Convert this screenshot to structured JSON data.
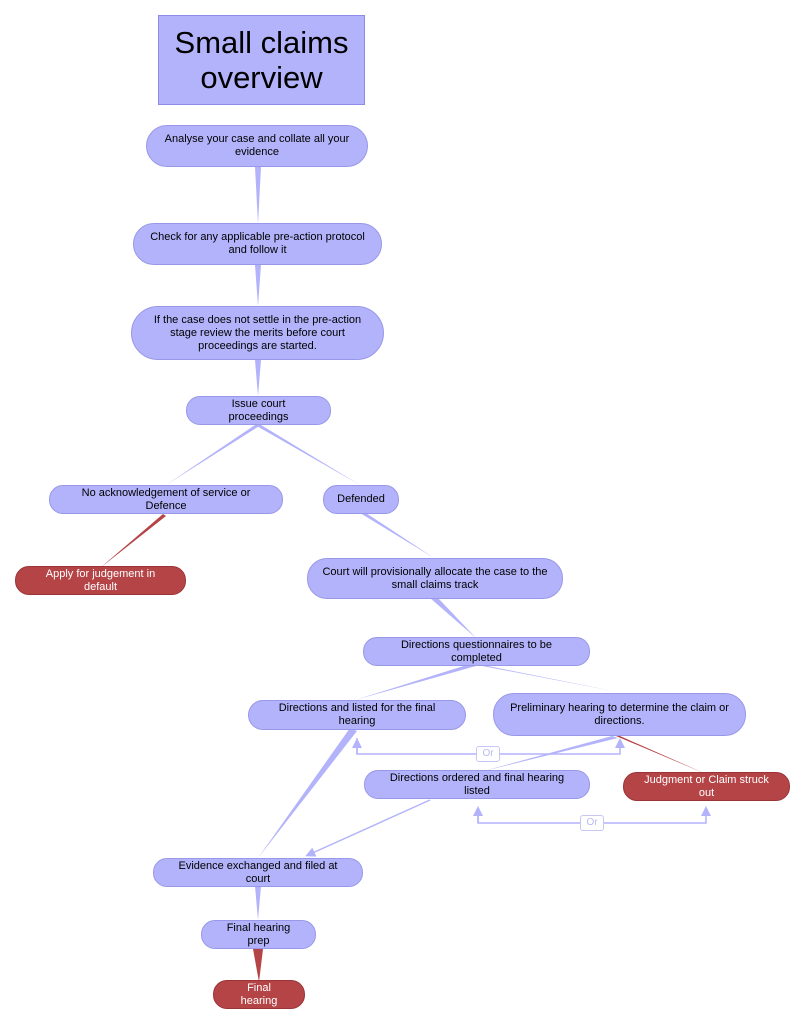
{
  "title": "Small claims overview",
  "nodes": {
    "analyse": "Analyse your case and collate all your evidence",
    "protocol": "Check for any applicable pre-action protocol and follow it",
    "merits": "If the case does not settle in the pre-action stage review the merits before court proceedings are started.",
    "issue": "Issue court proceedings",
    "no_ack": "No acknowledgement of service or Defence",
    "defended": "Defended",
    "default_judgement": "Apply for judgement in default",
    "allocate": "Court will provisionally allocate the case to the small claims track",
    "questionnaires": "Directions questionnaires to be completed",
    "directions_final": "Directions and listed for the final hearing",
    "preliminary": "Preliminary hearing to determine the claim or directions.",
    "directions_ordered": "Directions ordered and final hearing listed",
    "struck_out": "Judgment or Claim struck out",
    "evidence": "Evidence exchanged and filed at court",
    "prep": "Final hearing prep",
    "final": "Final hearing"
  },
  "connectors": {
    "or_1": "Or",
    "or_2": "Or"
  },
  "colors": {
    "node_fill": "#b3b3fb",
    "node_border": "#9898e8",
    "terminal_fill": "#b54447",
    "connector_blue": "#b3b3fb",
    "connector_red": "#b54447",
    "or_text": "#b9b9ee"
  }
}
